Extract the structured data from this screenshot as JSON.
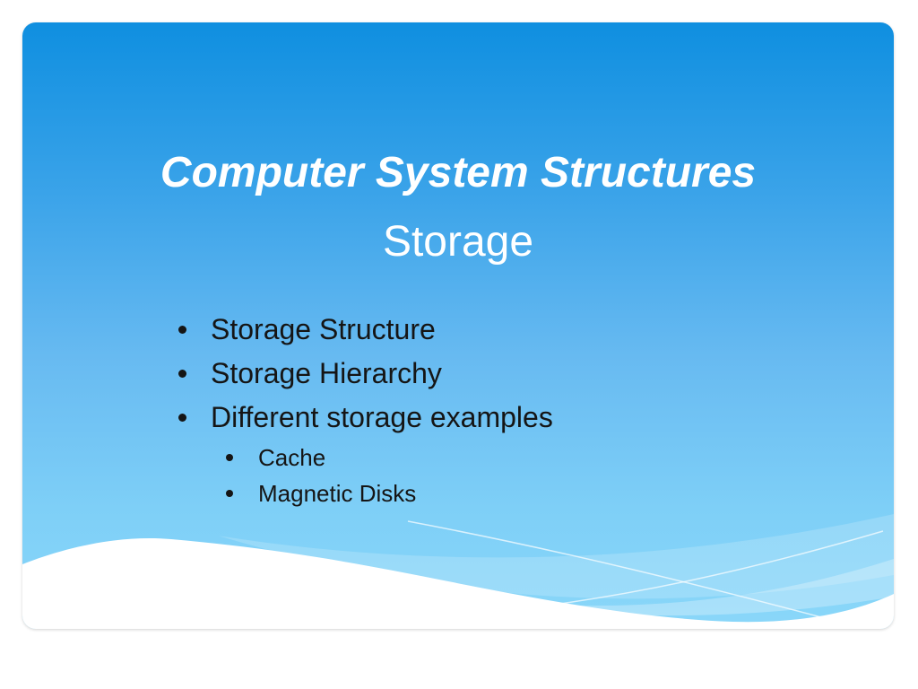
{
  "slide": {
    "title": {
      "line1": "Computer System Structures",
      "line2": "Storage"
    },
    "bullets": [
      {
        "label": "Storage Structure"
      },
      {
        "label": "Storage Hierarchy"
      },
      {
        "label": "Different storage examples",
        "children": [
          {
            "label": "Cache"
          },
          {
            "label": "Magnetic Disks"
          }
        ]
      }
    ],
    "colors": {
      "slide_gradient_top": "#0f8fe0",
      "slide_gradient_bottom": "#8ad7f9",
      "title_text": "#ffffff",
      "body_text": "#151515",
      "page_background": "#ffffff",
      "wave_overlay": "#ffffff"
    }
  }
}
